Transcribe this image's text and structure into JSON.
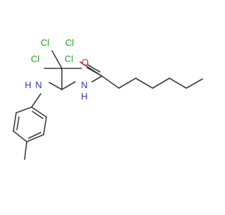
{
  "molecule": {
    "atom_labels": {
      "cl_top_left": "Cl",
      "cl_top_right": "Cl",
      "cl_left": "Cl",
      "cl_right": "Cl",
      "n_amide": "N",
      "h_amide": "H",
      "n_amine": "N",
      "h_amine": "H",
      "o_carbonyl": "O"
    },
    "colors": {
      "bond": "#3c3c3c",
      "chlorine": "#1fa31f",
      "nitrogen": "#2a34b8",
      "oxygen": "#e0221a"
    }
  }
}
